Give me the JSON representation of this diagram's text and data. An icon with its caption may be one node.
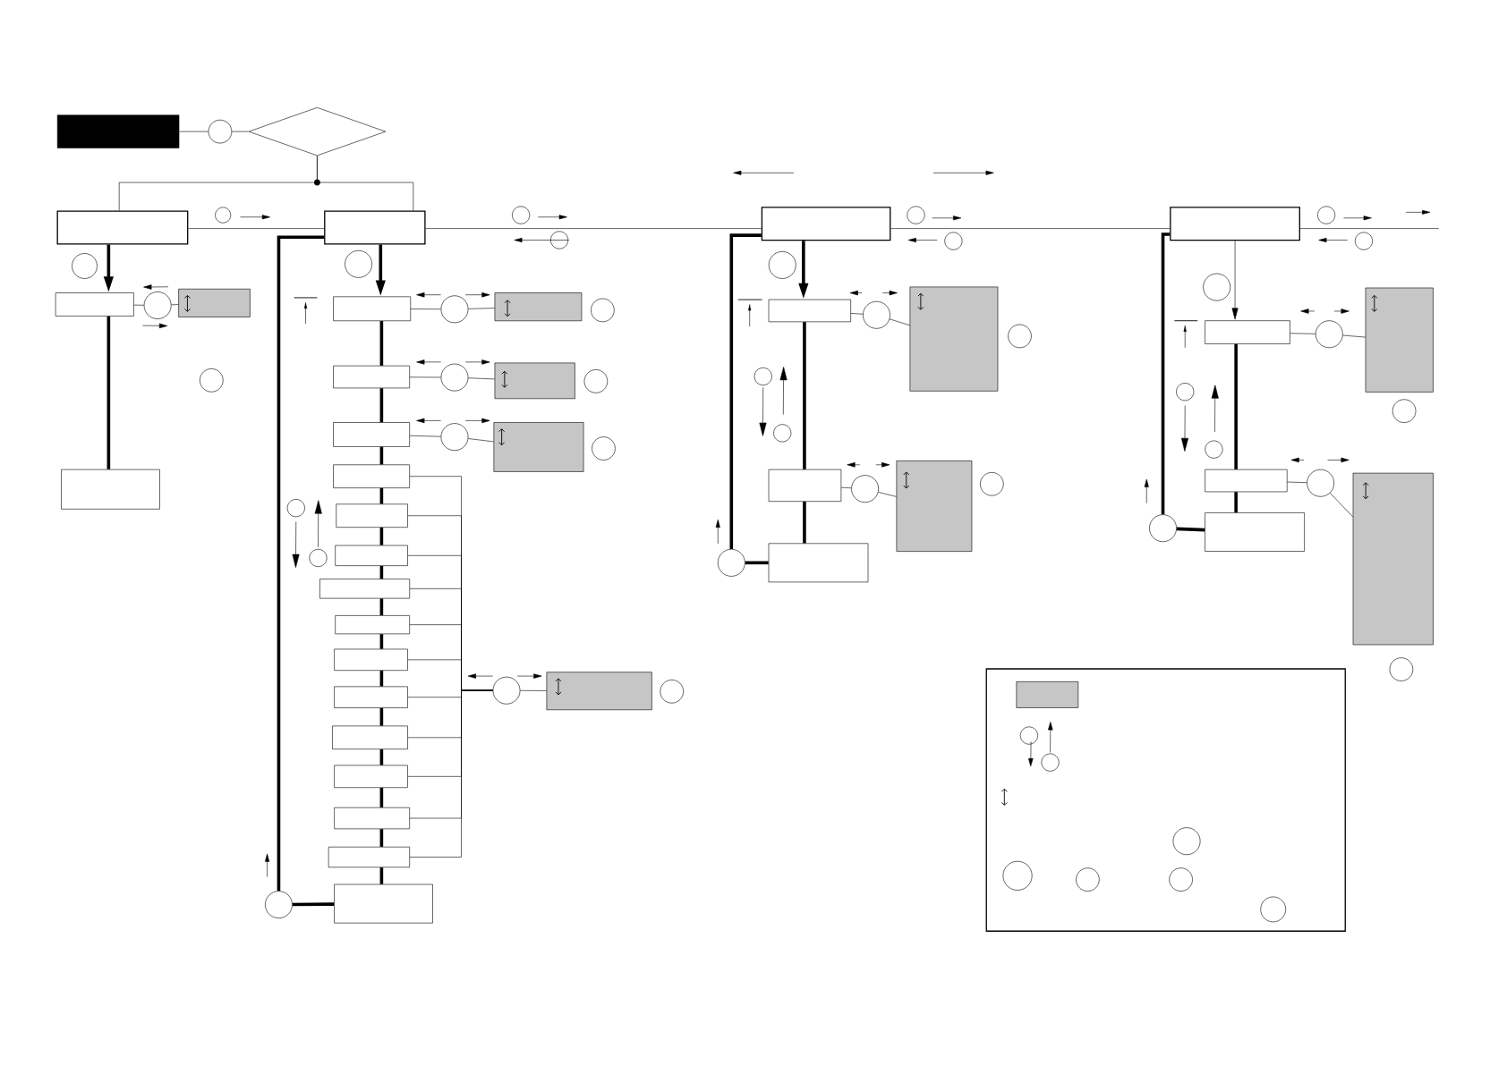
{
  "diagram": {
    "nodes": [
      {
        "text": [],
        "shape": "box"
      },
      {
        "text": [],
        "shape": "circle"
      },
      {
        "text": [],
        "shape": "diamond"
      },
      {
        "text": [],
        "shape": "box"
      },
      {
        "text": [],
        "shape": "box"
      },
      {
        "text": [],
        "shape": "circle"
      },
      {
        "text": [],
        "shape": "circle"
      },
      {
        "text": [],
        "shape": "box"
      },
      {
        "text": [],
        "shape": "circle"
      },
      {
        "text": [],
        "shape": "box"
      },
      {
        "text": [],
        "shape": "circle"
      },
      {
        "text": [],
        "shape": "box"
      },
      {
        "text": [],
        "shape": "circle"
      },
      {
        "text": [],
        "shape": "box"
      },
      {
        "text": [],
        "shape": "circle"
      },
      {
        "text": [],
        "shape": "box"
      },
      {
        "text": [],
        "shape": "circle"
      },
      {
        "text": [],
        "shape": "box"
      },
      {
        "text": [],
        "shape": "circle"
      },
      {
        "text": [],
        "shape": "box"
      },
      {
        "text": [],
        "shape": "circle"
      },
      {
        "text": [],
        "shape": "box"
      },
      {
        "text": [],
        "shape": "circle"
      },
      {
        "text": [],
        "shape": "box"
      },
      {
        "text": [],
        "shape": "circle"
      },
      {
        "text": [],
        "shape": "box"
      },
      {
        "text": [],
        "shape": "box"
      },
      {
        "text": [],
        "shape": "box"
      },
      {
        "text": [],
        "shape": "box"
      },
      {
        "text": [],
        "shape": "box"
      },
      {
        "text": [],
        "shape": "box"
      },
      {
        "text": [],
        "shape": "box"
      },
      {
        "text": [],
        "shape": "box"
      },
      {
        "text": [],
        "shape": "box"
      },
      {
        "text": [],
        "shape": "box"
      },
      {
        "text": [],
        "shape": "box"
      },
      {
        "text": [],
        "shape": "box"
      },
      {
        "text": [],
        "shape": "circle"
      },
      {
        "text": [],
        "shape": "circle"
      },
      {
        "text": [],
        "shape": "box"
      },
      {
        "text": [],
        "shape": "circle"
      },
      {
        "text": [],
        "shape": "circle"
      },
      {
        "text": [],
        "shape": "circle"
      },
      {
        "text": [],
        "shape": "circle"
      },
      {
        "text": [],
        "shape": "circle"
      },
      {
        "text": [],
        "shape": "box"
      },
      {
        "text": [],
        "shape": "circle"
      },
      {
        "text": [],
        "shape": "circle"
      },
      {
        "text": [],
        "shape": "circle"
      },
      {
        "text": [],
        "shape": "box"
      },
      {
        "text": [],
        "shape": "circle"
      },
      {
        "text": [],
        "shape": "box"
      },
      {
        "text": [],
        "shape": "circle"
      },
      {
        "text": [],
        "shape": "circle"
      },
      {
        "text": [],
        "shape": "circle"
      },
      {
        "text": [],
        "shape": "box"
      },
      {
        "text": [],
        "shape": "circle"
      },
      {
        "text": [],
        "shape": "box"
      },
      {
        "text": [],
        "shape": "circle"
      },
      {
        "text": [],
        "shape": "box"
      },
      {
        "text": [],
        "shape": "circle"
      },
      {
        "text": [],
        "shape": "box"
      },
      {
        "text": [],
        "shape": "circle"
      },
      {
        "text": [],
        "shape": "circle"
      },
      {
        "text": [],
        "shape": "circle"
      },
      {
        "text": [],
        "shape": "box"
      },
      {
        "text": [],
        "shape": "circle"
      },
      {
        "text": [],
        "shape": "box"
      },
      {
        "text": [],
        "shape": "circle"
      },
      {
        "text": [],
        "shape": "circle"
      },
      {
        "text": [],
        "shape": "circle"
      },
      {
        "text": [],
        "shape": "box"
      },
      {
        "text": [],
        "shape": "circle"
      },
      {
        "text": [],
        "shape": "box"
      },
      {
        "text": [],
        "shape": "circle"
      },
      {
        "text": [],
        "shape": "box"
      },
      {
        "text": [],
        "shape": "circle"
      },
      {
        "text": [],
        "shape": "box"
      },
      {
        "text": [],
        "shape": "box",
        "in": 77
      },
      {
        "text": [],
        "shape": "circle",
        "in": 77
      },
      {
        "text": [],
        "shape": "circle",
        "in": 77
      },
      {
        "text": [],
        "shape": "circle",
        "in": 77
      },
      {
        "text": [],
        "shape": "circle",
        "in": 77
      },
      {
        "text": [],
        "shape": "circle",
        "in": 77
      },
      {
        "text": [],
        "shape": "circle",
        "in": 77
      },
      {
        "text": [],
        "shape": "circle",
        "in": 77
      }
    ],
    "edges": [
      {
        "from": 0,
        "to": 1,
        "arrow": "none"
      },
      {
        "from": 1,
        "to": 2,
        "arrow": "none"
      },
      {
        "from": 2,
        "to": 3,
        "arrow": "none"
      },
      {
        "from": 2,
        "to": 4,
        "arrow": "none"
      },
      {
        "from": 3,
        "to": 4,
        "arrow": "none"
      },
      {
        "from": 4,
        "to": 45,
        "arrow": "none"
      },
      {
        "from": 45,
        "to": 61,
        "arrow": "none"
      },
      {
        "from": 61,
        "to": null,
        "arrow": "none"
      },
      {
        "from": 3,
        "to": 7,
        "arrow": "to",
        "style": "thick"
      },
      {
        "from": 7,
        "to": 11,
        "arrow": "none",
        "style": "thick"
      },
      {
        "from": 7,
        "to": 8,
        "arrow": "none"
      },
      {
        "from": 8,
        "to": 9,
        "arrow": "none"
      },
      {
        "from": 4,
        "to": 13,
        "arrow": "to",
        "style": "thick"
      },
      {
        "from": 13,
        "to": 14,
        "arrow": "none"
      },
      {
        "from": 14,
        "to": 15,
        "arrow": "none"
      },
      {
        "from": 17,
        "to": 18,
        "arrow": "none"
      },
      {
        "from": 18,
        "to": 19,
        "arrow": "none"
      },
      {
        "from": 21,
        "to": 22,
        "arrow": "none"
      },
      {
        "from": 22,
        "to": 23,
        "arrow": "none"
      },
      {
        "from": 13,
        "to": 17,
        "arrow": "none",
        "style": "thick"
      },
      {
        "from": 17,
        "to": 21,
        "arrow": "none",
        "style": "thick"
      },
      {
        "from": 21,
        "to": 25,
        "arrow": "none",
        "style": "thick"
      },
      {
        "from": 25,
        "to": 26,
        "arrow": "none",
        "style": "thick"
      },
      {
        "from": 26,
        "to": 27,
        "arrow": "none",
        "style": "thick"
      },
      {
        "from": 27,
        "to": 28,
        "arrow": "none",
        "style": "thick"
      },
      {
        "from": 28,
        "to": 29,
        "arrow": "none",
        "style": "thick"
      },
      {
        "from": 29,
        "to": 30,
        "arrow": "none",
        "style": "thick"
      },
      {
        "from": 30,
        "to": 31,
        "arrow": "none",
        "style": "thick"
      },
      {
        "from": 31,
        "to": 32,
        "arrow": "none",
        "style": "thick"
      },
      {
        "from": 32,
        "to": 33,
        "arrow": "none",
        "style": "thick"
      },
      {
        "from": 33,
        "to": 34,
        "arrow": "none",
        "style": "thick"
      },
      {
        "from": 34,
        "to": 35,
        "arrow": "none",
        "style": "thick"
      },
      {
        "from": 35,
        "to": 36,
        "arrow": "none",
        "style": "thick"
      },
      {
        "from": 25,
        "to": 38,
        "arrow": "none"
      },
      {
        "from": 26,
        "to": 38,
        "arrow": "none"
      },
      {
        "from": 27,
        "to": 38,
        "arrow": "none"
      },
      {
        "from": 28,
        "to": 38,
        "arrow": "none"
      },
      {
        "from": 29,
        "to": 38,
        "arrow": "none"
      },
      {
        "from": 30,
        "to": 38,
        "arrow": "none"
      },
      {
        "from": 31,
        "to": 38,
        "arrow": "none"
      },
      {
        "from": 32,
        "to": 38,
        "arrow": "none"
      },
      {
        "from": 33,
        "to": 38,
        "arrow": "none"
      },
      {
        "from": 34,
        "to": 38,
        "arrow": "none"
      },
      {
        "from": 35,
        "to": 38,
        "arrow": "none"
      },
      {
        "from": 38,
        "to": 39,
        "arrow": "none"
      },
      {
        "from": 37,
        "to": 36,
        "arrow": "none",
        "style": "thick"
      },
      {
        "from": 37,
        "to": 4,
        "arrow": "none",
        "style": "thick"
      },
      {
        "from": 45,
        "to": 49,
        "arrow": "to",
        "style": "thick"
      },
      {
        "from": 49,
        "to": 50,
        "arrow": "none"
      },
      {
        "from": 50,
        "to": 51,
        "arrow": "none"
      },
      {
        "from": 49,
        "to": 55,
        "arrow": "none",
        "style": "thick"
      },
      {
        "from": 55,
        "to": 56,
        "arrow": "none"
      },
      {
        "from": 56,
        "to": 57,
        "arrow": "none"
      },
      {
        "from": 55,
        "to": 59,
        "arrow": "none",
        "style": "thick"
      },
      {
        "from": 60,
        "to": 59,
        "arrow": "none",
        "style": "thick"
      },
      {
        "from": 60,
        "to": 45,
        "arrow": "none",
        "style": "thick"
      },
      {
        "from": 61,
        "to": 65,
        "arrow": "to"
      },
      {
        "from": 65,
        "to": 66,
        "arrow": "none"
      },
      {
        "from": 66,
        "to": 67,
        "arrow": "none"
      },
      {
        "from": 65,
        "to": 71,
        "arrow": "none",
        "style": "thick"
      },
      {
        "from": 71,
        "to": 72,
        "arrow": "none"
      },
      {
        "from": 72,
        "to": 73,
        "arrow": "none"
      },
      {
        "from": 71,
        "to": 75,
        "arrow": "none",
        "style": "thick"
      },
      {
        "from": 76,
        "to": 75,
        "arrow": "none",
        "style": "thick"
      },
      {
        "from": 76,
        "to": 61,
        "arrow": "none",
        "style": "thick"
      },
      {
        "from": 14,
        "to": 13,
        "arrow": "to"
      },
      {
        "from": 14,
        "to": 15,
        "arrow": "to"
      },
      {
        "from": 18,
        "to": 17,
        "arrow": "to"
      },
      {
        "from": 18,
        "to": 19,
        "arrow": "to"
      },
      {
        "from": 22,
        "to": 21,
        "arrow": "to"
      },
      {
        "from": 22,
        "to": 23,
        "arrow": "to"
      },
      {
        "from": 38,
        "to": null,
        "arrow": "to"
      },
      {
        "from": 38,
        "to": 39,
        "arrow": "to"
      },
      {
        "from": 41,
        "to": 42,
        "arrow": "to"
      },
      {
        "from": 42,
        "to": 41,
        "arrow": "to"
      },
      {
        "from": 53,
        "to": 54,
        "arrow": "to"
      },
      {
        "from": 54,
        "to": 53,
        "arrow": "to"
      },
      {
        "from": 69,
        "to": 70,
        "arrow": "to"
      },
      {
        "from": 70,
        "to": 69,
        "arrow": "to"
      },
      {
        "from": 79,
        "to": 80,
        "arrow": "to"
      },
      {
        "from": 80,
        "to": 79,
        "arrow": "to"
      },
      {
        "from": 50,
        "to": 49,
        "arrow": "to"
      },
      {
        "from": 50,
        "to": 51,
        "arrow": "to"
      },
      {
        "from": 56,
        "to": 55,
        "arrow": "to"
      },
      {
        "from": 56,
        "to": 57,
        "arrow": "to"
      },
      {
        "from": 66,
        "to": 65,
        "arrow": "to"
      },
      {
        "from": 66,
        "to": 67,
        "arrow": "to"
      },
      {
        "from": 72,
        "to": 71,
        "arrow": "to"
      },
      {
        "from": 72,
        "to": 73,
        "arrow": "to"
      },
      {
        "from": 8,
        "to": 7,
        "arrow": "to"
      },
      {
        "from": 7,
        "to": 8,
        "arrow": "to"
      }
    ]
  }
}
